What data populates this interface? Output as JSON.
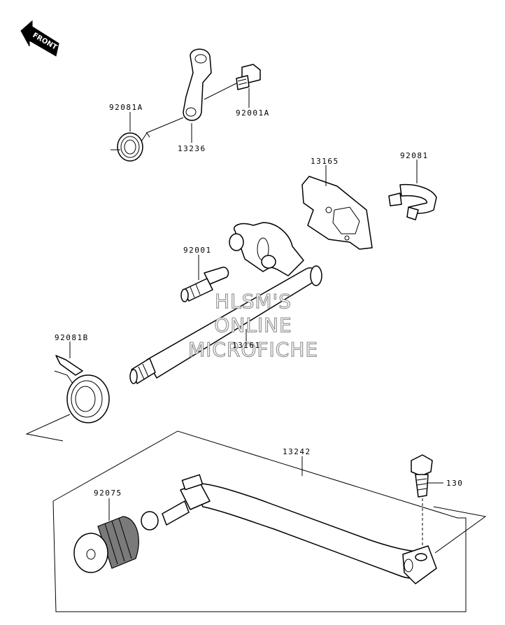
{
  "front_badge": {
    "label": "FRONT",
    "icon": "front-arrow-icon"
  },
  "watermark": {
    "line1": "HLSM'S",
    "line2": "ONLINE",
    "line3": "MICROFICHE"
  },
  "parts": [
    {
      "id": "p92081a",
      "label": "92081A"
    },
    {
      "id": "p13236",
      "label": "13236"
    },
    {
      "id": "p92001a",
      "label": "92001A"
    },
    {
      "id": "p13165",
      "label": "13165"
    },
    {
      "id": "p92081",
      "label": "92081"
    },
    {
      "id": "p92001",
      "label": "92001"
    },
    {
      "id": "p13161",
      "label": "13161"
    },
    {
      "id": "p92081b",
      "label": "92081B"
    },
    {
      "id": "p13242",
      "label": "13242"
    },
    {
      "id": "p92075",
      "label": "92075"
    },
    {
      "id": "p130",
      "label": "130"
    }
  ]
}
